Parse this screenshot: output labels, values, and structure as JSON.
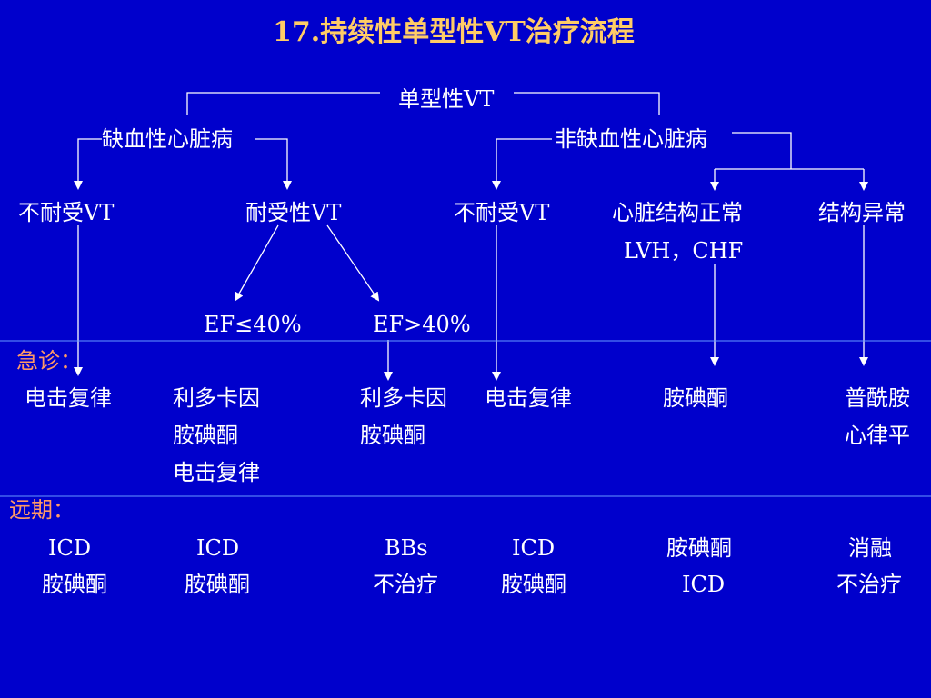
{
  "title": "17.持续性单型性VT治疗流程",
  "root": "单型性VT",
  "branch_ischemic": "缺血性心脏病",
  "branch_nonischemic": "非缺血性心脏病",
  "level2": {
    "intolerant_1": "不耐受VT",
    "tolerant": "耐受性VT",
    "intolerant_2": "不耐受VT",
    "normal_structure": "心脏结构正常",
    "abnormal_structure": "结构异常",
    "abnormal_detail": "LVH，CHF"
  },
  "ef": {
    "low": "EF≤40%",
    "high": "EF>40%"
  },
  "emergency": {
    "label": "急诊：",
    "col1": [
      "电击复律"
    ],
    "col2": [
      "利多卡因",
      "胺碘酮",
      "电击复律"
    ],
    "col3": [
      "利多卡因",
      "胺碘酮"
    ],
    "col4": [
      "电击复律"
    ],
    "col5": [
      "胺碘酮"
    ],
    "col6": [
      "普酰胺",
      "心律平"
    ]
  },
  "longterm": {
    "label": "远期：",
    "col1": [
      "ICD",
      "胺碘酮"
    ],
    "col2": [
      "ICD",
      "胺碘酮"
    ],
    "col3": [
      "BBs",
      "不治疗"
    ],
    "col4": [
      "ICD",
      "胺碘酮"
    ],
    "col5": [
      "胺碘酮",
      "ICD"
    ],
    "col6": [
      "消融",
      "不治疗"
    ]
  },
  "colors": {
    "background": "#0000CC",
    "title": "#FFCC66",
    "section_label": "#FF9966",
    "text": "#FFFFFF",
    "divider": "#6699FF"
  }
}
